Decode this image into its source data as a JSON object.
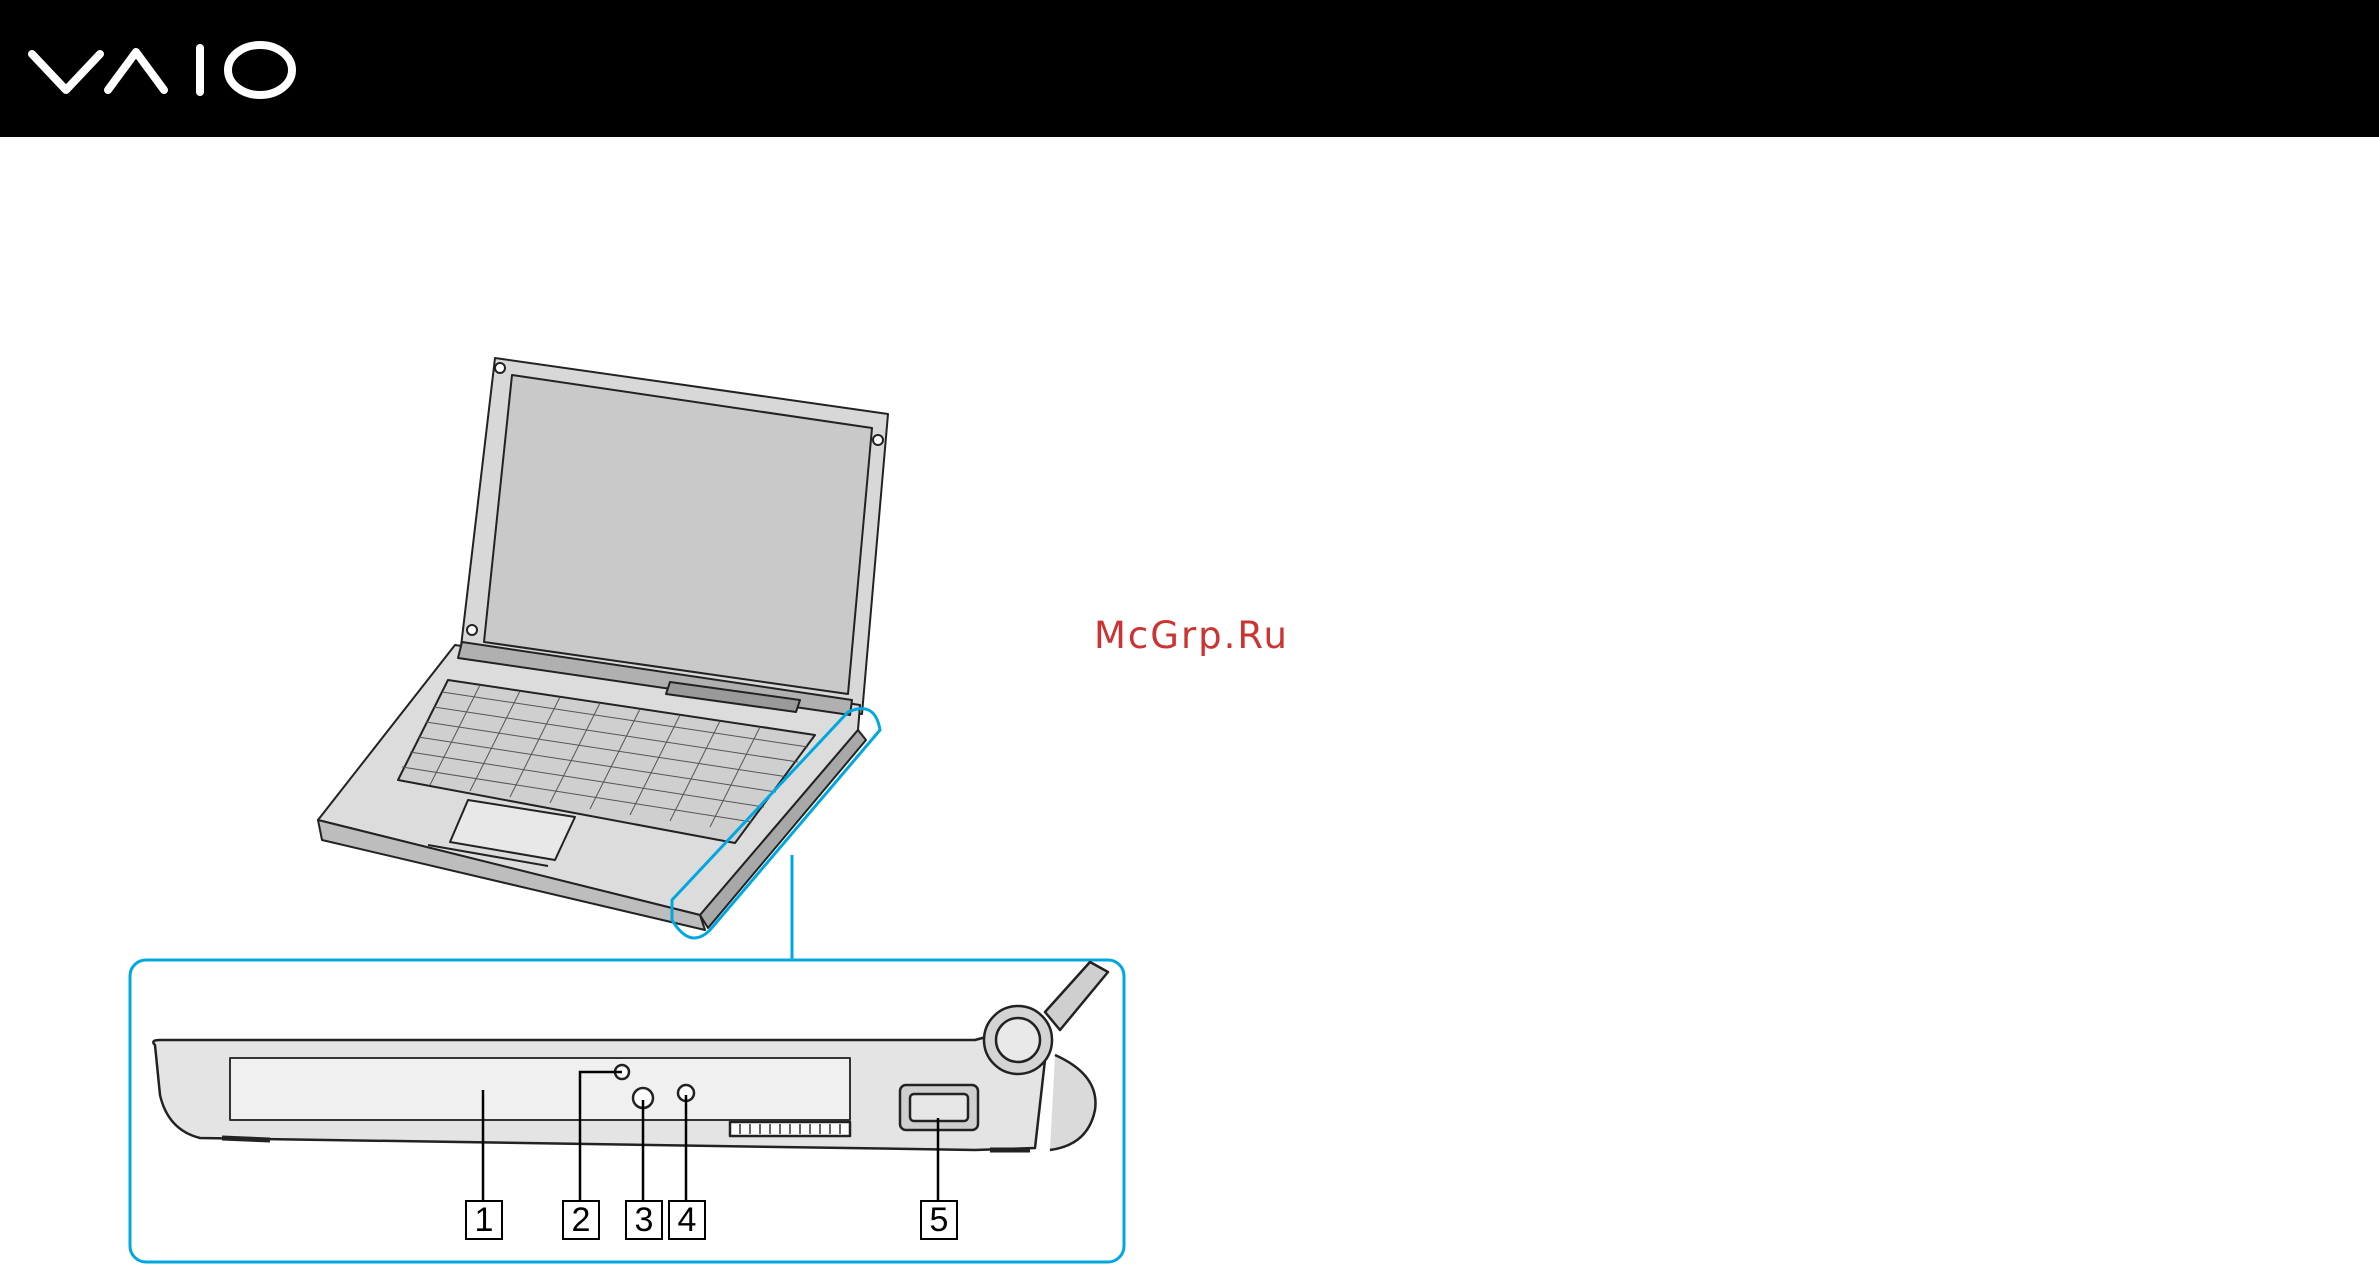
{
  "header": {
    "logo_text": "VAIO",
    "background": "#000000",
    "logo_color": "#ffffff"
  },
  "watermark": {
    "text": "McGrp.Ru",
    "color": "#cc3333"
  },
  "illustration": {
    "highlight_color": "#00a8e0",
    "callouts": [
      "1",
      "2",
      "3",
      "4",
      "5"
    ]
  }
}
